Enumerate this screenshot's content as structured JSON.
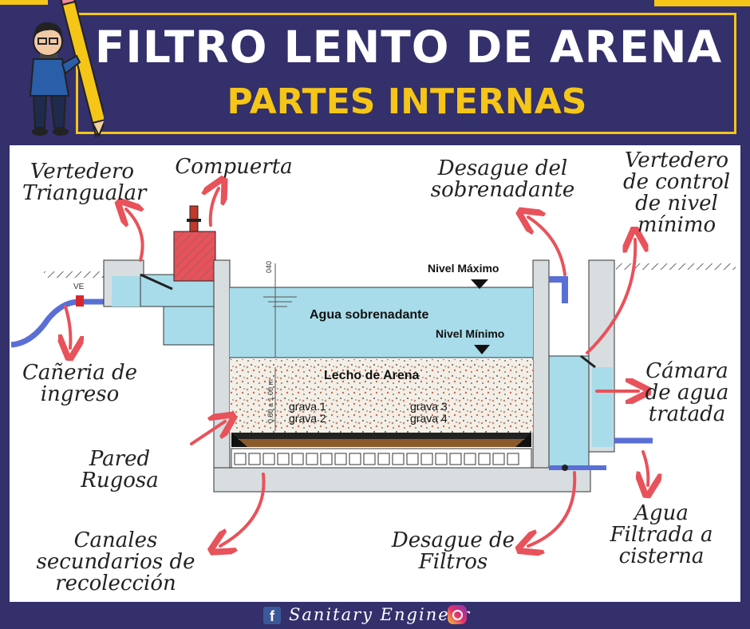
{
  "title": "FILTRO LENTO DE ARENA",
  "subtitle": "PARTES INTERNAS",
  "labels": {
    "vertedero_triangular": [
      "Vertedero",
      "Triangualar"
    ],
    "compuerta": [
      "Compuerta"
    ],
    "desague_sobrenadante": [
      "Desague del",
      "sobrenadante"
    ],
    "vertedero_control": [
      "Vertedero",
      "de control",
      "de nivel",
      "mínimo"
    ],
    "caneria_ingreso": [
      "Cañeria de",
      "ingreso"
    ],
    "camara_agua": [
      "Cámara",
      "de agua",
      "tratada"
    ],
    "pared_rugosa": [
      "Pared",
      "Rugosa"
    ],
    "agua_filtrada": [
      "Agua",
      "Filtrada a",
      "cisterna"
    ],
    "canales_secundarios": [
      "Canales",
      "secundarios de",
      "recolección"
    ],
    "desague_filtros": [
      "Desague de",
      "Filtros"
    ]
  },
  "diagram": {
    "nivel_maximo": "Nivel Máximo",
    "nivel_minimo": "Nivel Mínimo",
    "agua_sobrenadante": "Agua sobrenadante",
    "lecho_arena": "Lecho de Arena",
    "grava_1": "grava 1",
    "grava_2": "grava 2",
    "grava_3": "grava 3",
    "grava_4": "grava 4",
    "ve": "VE",
    "dim_040": "040",
    "dim_lecho": "0.80 a 1.00 m"
  },
  "footer": {
    "brand": "Sanitary Engineer",
    "facebook_glyph": "f"
  },
  "colors": {
    "background": "#33306b",
    "accent_yellow": "#f5c518",
    "water": "#a8dcea",
    "arrow": "#e8525a",
    "concrete": "#d8dde0"
  }
}
